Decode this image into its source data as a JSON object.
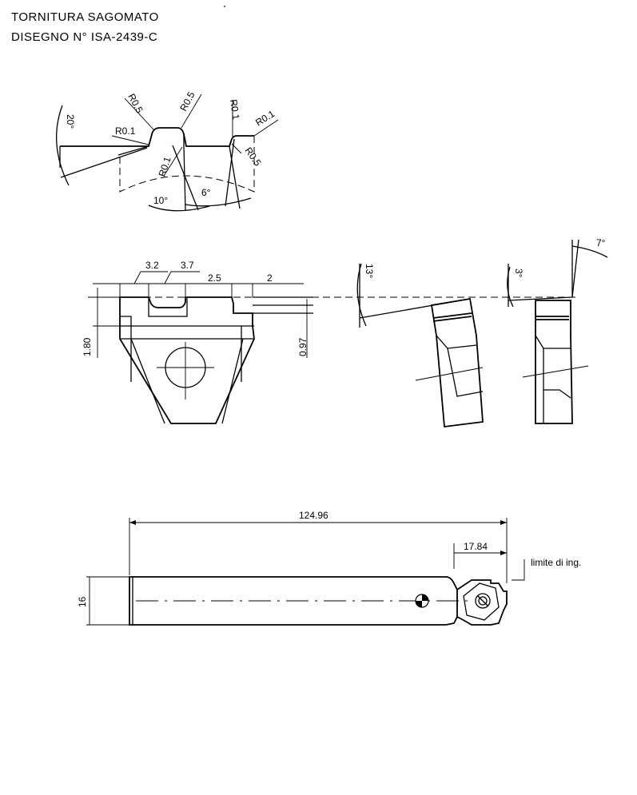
{
  "title": {
    "line1": "TORNITURA SAGOMATO",
    "line2": "DISEGNO N° ISA-2439-C"
  },
  "profile_detail": {
    "radii": {
      "r_left_tip": "R0.1",
      "r_left_top": "R0.5",
      "r_mid_top": "R0.5",
      "r_mid_bottom": "R0.1",
      "r_right_top": "R0.1",
      "r_right_end": "R0.1",
      "r_right_bottom": "R0.5"
    },
    "angles": {
      "left": "20°",
      "bottom_left": "10°",
      "bottom_right": "6°"
    }
  },
  "insert_views": {
    "dims": {
      "d_3_2": "3.2",
      "d_3_7": "3.7",
      "d_2_5": "2.5",
      "d_2": "2",
      "d_1_80": "1.80",
      "d_0_97": "0.97"
    },
    "angles": {
      "side_view": "13°",
      "end_view": "3°",
      "top_right": "7°"
    }
  },
  "holder": {
    "overall_length": "124.96",
    "head_length": "17.84",
    "diameter": "16",
    "note": "limite di ing."
  }
}
